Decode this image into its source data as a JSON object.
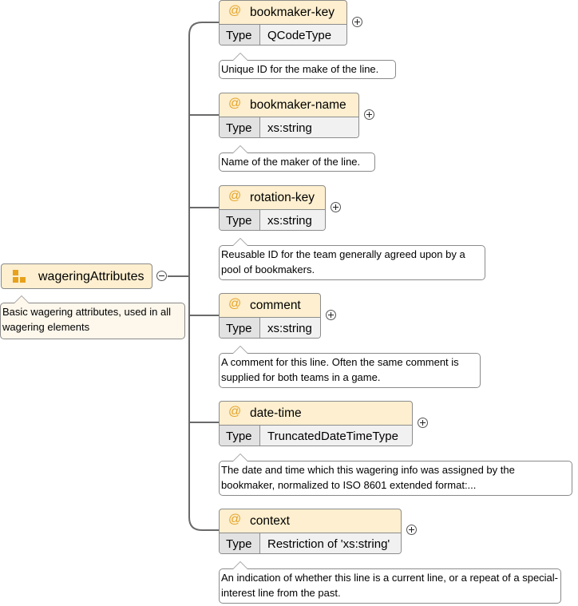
{
  "root": {
    "name": "wageringAttributes",
    "annotation": "Basic wagering attributes, used in all wagering elements",
    "expanded": true
  },
  "attributes": [
    {
      "name": "bookmaker-key",
      "type_label": "Type",
      "type": "QCodeType",
      "annotation": "Unique ID for the make of the line."
    },
    {
      "name": "bookmaker-name",
      "type_label": "Type",
      "type": "xs:string",
      "annotation": "Name of the maker of the line."
    },
    {
      "name": "rotation-key",
      "type_label": "Type",
      "type": "xs:string",
      "annotation": "Reusable ID for the team generally agreed upon by a pool of bookmakers."
    },
    {
      "name": "comment",
      "type_label": "Type",
      "type": "xs:string",
      "annotation": "A comment for this line. Often the same comment is supplied for both teams in a game."
    },
    {
      "name": "date-time",
      "type_label": "Type",
      "type": "TruncatedDateTimeType",
      "annotation": "The date and time which this wagering info was assigned by the bookmaker, normalized to ISO 8601 extended format:..."
    },
    {
      "name": "context",
      "type_label": "Type",
      "type": "Restriction of 'xs:string'",
      "annotation": "An indication of whether this line is a current line, or a repeat of a special-interest line from the past."
    }
  ],
  "colors": {
    "box_fill": "#fdefcf",
    "at_symbol": "#e5a329",
    "icon": "#e7a11d",
    "connector": "#666666"
  },
  "icons": {
    "group": "attribute-group-icon",
    "attribute": "at-symbol-icon",
    "expand": "plus-circle-icon",
    "collapse": "minus-circle-icon"
  }
}
